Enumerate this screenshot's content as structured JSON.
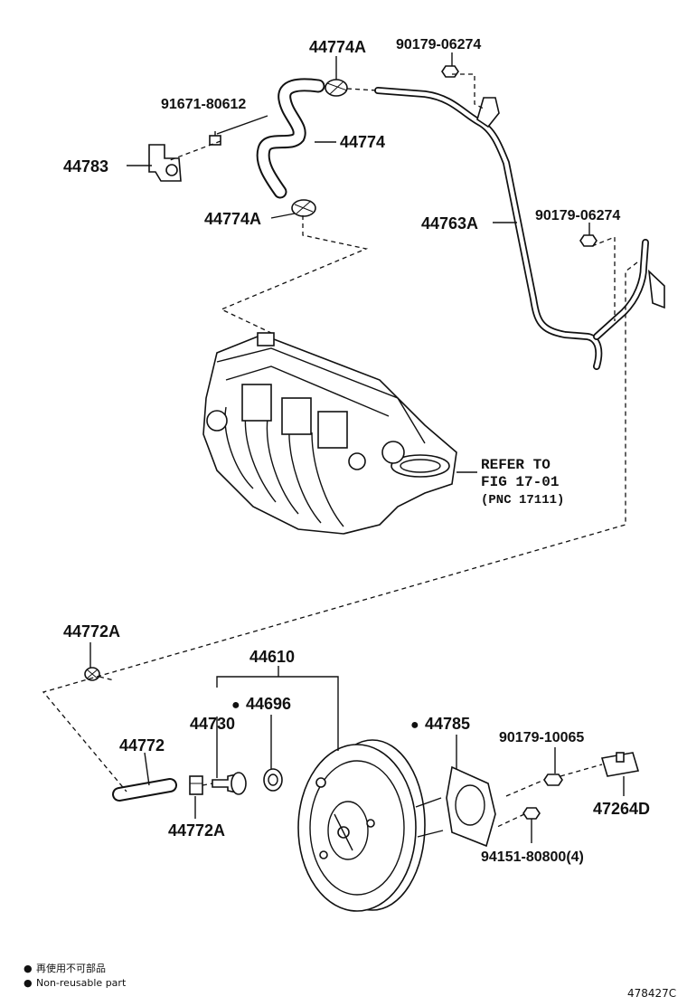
{
  "labels": {
    "p44774A_top": "44774A",
    "p90179_06274_top": "90179-06274",
    "p91671_80612": "91671-80612",
    "p44774": "44774",
    "p44783": "44783",
    "p44774A_mid": "44774A",
    "p44763A": "44763A",
    "p90179_06274_right": "90179-06274",
    "p44772A_top": "44772A",
    "p44610": "44610",
    "p44696": "44696",
    "p44730": "44730",
    "p44772": "44772",
    "p44772A_bottom": "44772A",
    "p44785": "44785",
    "p90179_10065": "90179-10065",
    "p47264D": "47264D",
    "p94151_80800": "94151-80800(4)"
  },
  "refer": {
    "line1": "REFER TO",
    "line2": "FIG 17-01",
    "line3": "(PNC 17111)"
  },
  "legend": {
    "jp": "再使用不可部品",
    "en": "Non-reusable part",
    "marker": "●"
  },
  "figure_code": "478427C"
}
